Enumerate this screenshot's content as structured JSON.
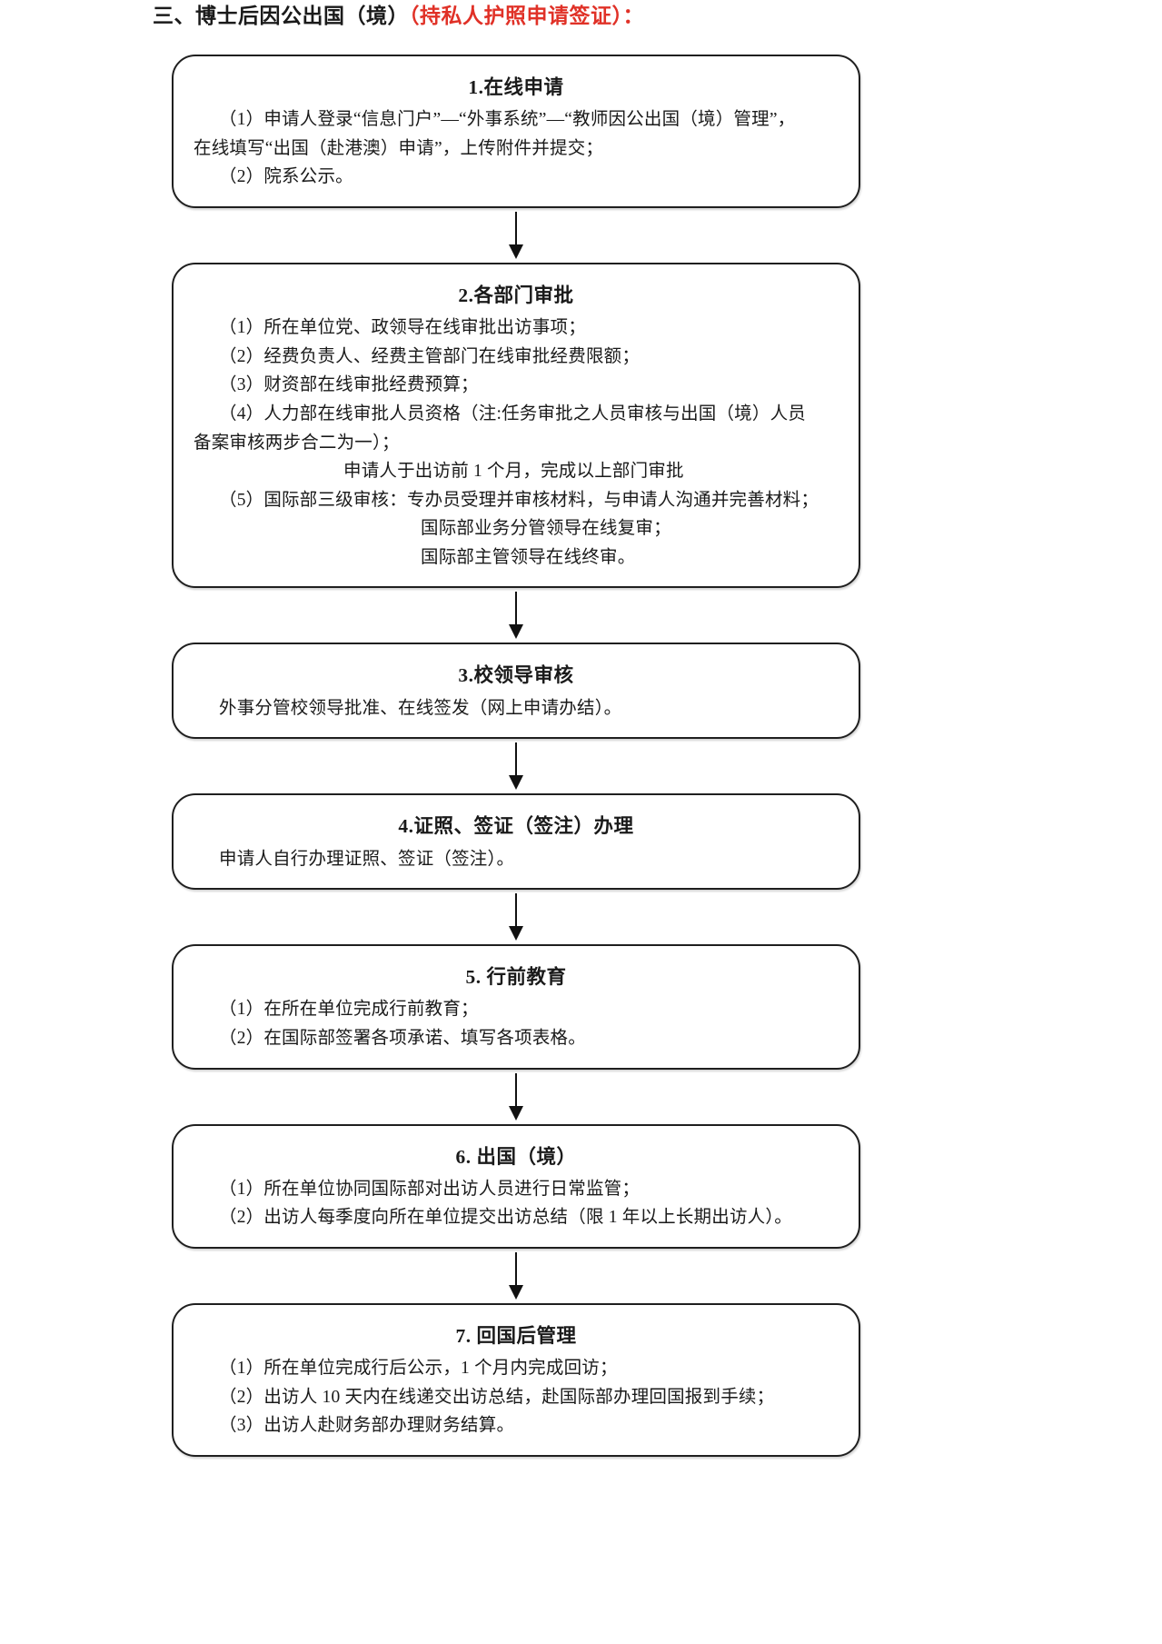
{
  "heading": {
    "plain": "三、博士后因公出国（境）",
    "accent": "（持私人护照申请签证）：",
    "accent_color": "#e03127"
  },
  "flow": {
    "arrow_icon": "down-arrow-icon",
    "nodes": [
      {
        "id": "node-1",
        "title": "1.在线申请",
        "lines": [
          {
            "text": "（1）申请人登录“信息门户”—“外事系统”—“教师因公出国（境）管理”，",
            "style": "indent"
          },
          {
            "text": "在线填写“出国（赴港澳）申请”，上传附件并提交；",
            "style": "hang"
          },
          {
            "text": "（2）院系公示。",
            "style": "indent"
          }
        ]
      },
      {
        "id": "node-2",
        "title": "2.各部门审批",
        "lines": [
          {
            "text": "（1）所在单位党、政领导在线审批出访事项；",
            "style": "indent"
          },
          {
            "text": "（2）经费负责人、经费主管部门在线审批经费限额；",
            "style": "indent"
          },
          {
            "text": "（3）财资部在线审批经费预算；",
            "style": "indent"
          },
          {
            "text": "（4）人力部在线审批人员资格（注:任务审批之人员审核与出国（境）人员",
            "style": "indent"
          },
          {
            "text": "备案审核两步合二为一）；",
            "style": "hang"
          },
          {
            "text": "申请人于出访前 1 个月，完成以上部门审批",
            "style": "center-ish"
          },
          {
            "text": "（5）国际部三级审核：专办员受理并审核材料，与申请人沟通并完善材料；",
            "style": "indent"
          },
          {
            "text": "国际部业务分管领导在线复审；",
            "style": "sub"
          },
          {
            "text": "国际部主管领导在线终审。",
            "style": "sub"
          }
        ]
      },
      {
        "id": "node-3",
        "title": "3.校领导审核",
        "lines": [
          {
            "text": "外事分管校领导批准、在线签发（网上申请办结）。",
            "style": "indent"
          }
        ]
      },
      {
        "id": "node-4",
        "title": "4.证照、签证（签注）办理",
        "lines": [
          {
            "text": "申请人自行办理证照、签证（签注）。",
            "style": "indent"
          }
        ]
      },
      {
        "id": "node-5",
        "title": "5. 行前教育",
        "lines": [
          {
            "text": "（1）在所在单位完成行前教育；",
            "style": "indent"
          },
          {
            "text": "（2）在国际部签署各项承诺、填写各项表格。",
            "style": "indent"
          }
        ]
      },
      {
        "id": "node-6",
        "title": "6. 出国（境）",
        "lines": [
          {
            "text": "（1）所在单位协同国际部对出访人员进行日常监管；",
            "style": "indent"
          },
          {
            "text": "（2）出访人每季度向所在单位提交出访总结（限 1 年以上长期出访人）。",
            "style": "indent"
          }
        ]
      },
      {
        "id": "node-7",
        "title": "7. 回国后管理",
        "lines": [
          {
            "text": "（1）所在单位完成行后公示，1 个月内完成回访；",
            "style": "indent"
          },
          {
            "text": "（2）出访人 10 天内在线递交出访总结，赴国际部办理回国报到手续；",
            "style": "indent"
          },
          {
            "text": "（3）出访人赴财务部办理财务结算。",
            "style": "indent"
          }
        ]
      }
    ]
  }
}
